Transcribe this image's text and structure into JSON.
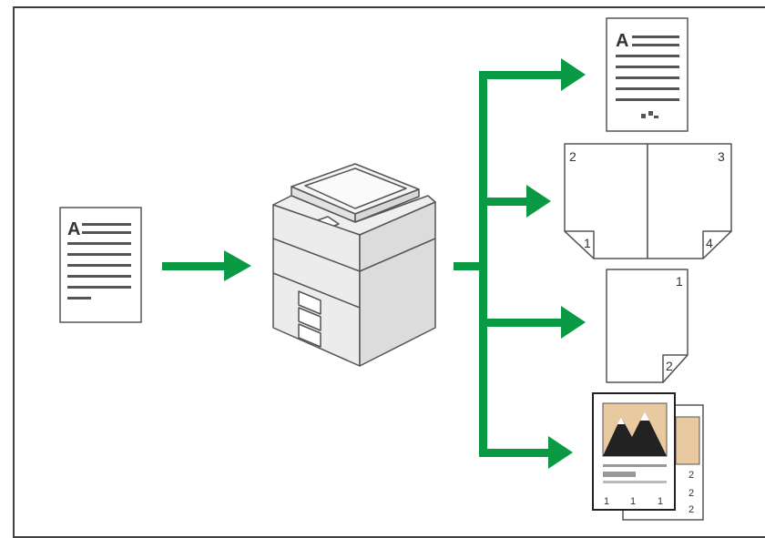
{
  "source_doc": {
    "letter": "A"
  },
  "outputs": {
    "original_copy": {
      "letter": "A"
    },
    "booklet": {
      "pages": [
        "2",
        "3",
        "1",
        "4"
      ]
    },
    "single_page": {
      "pages": [
        "1",
        "2"
      ]
    },
    "photo_copy": {
      "front_numbers": [
        "1",
        "1",
        "1"
      ],
      "back_numbers": [
        "2",
        "2",
        "2"
      ]
    }
  },
  "colors": {
    "arrow": "#0a9a44",
    "frame": "#404040",
    "paper_border": "#555555",
    "copier_body": "#ececec",
    "photo_bg": "#e8c9a0"
  },
  "icons": [
    "document-icon",
    "copier-icon",
    "booklet-icon",
    "page-icon",
    "photo-icon"
  ]
}
